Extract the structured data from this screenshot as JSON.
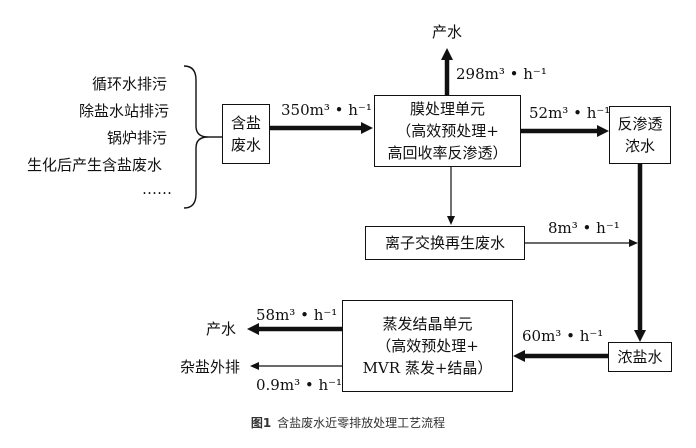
{
  "sources": {
    "items": [
      "循环水排污",
      "除盐水站排污",
      "锅炉排污",
      "生化后产生含盐废水"
    ],
    "ellipsis": "……"
  },
  "boxes": {
    "saline": [
      "含盐",
      "废水"
    ],
    "membrane": [
      "膜处理单元",
      "（高效预处理+",
      "高回收率反渗透）"
    ],
    "ro_concentrate": [
      "反渗透",
      "浓水"
    ],
    "ion_exchange": [
      "离子交换再生废水"
    ],
    "brine": [
      "浓盐水"
    ],
    "evaporation": [
      "蒸发结晶单元",
      "（高效预处理+",
      "MVR 蒸发+结晶）"
    ]
  },
  "flows": {
    "saline_to_membrane": "350m³ • h⁻¹",
    "product_water": "298m³ • h⁻¹",
    "membrane_to_ro": "52m³ • h⁻¹",
    "ion_to_brine": "8m³ • h⁻¹",
    "brine_to_evap": "60m³ • h⁻¹",
    "evap_product_water": "58m³ • h⁻¹",
    "mixed_salt": "0.9m³ • h⁻¹"
  },
  "outputs": {
    "top_product": "产水",
    "bottom_product": "产水",
    "salt": "杂盐外排"
  },
  "caption": {
    "label": "图1",
    "text": "含盐废水近零排放处理工艺流程"
  }
}
